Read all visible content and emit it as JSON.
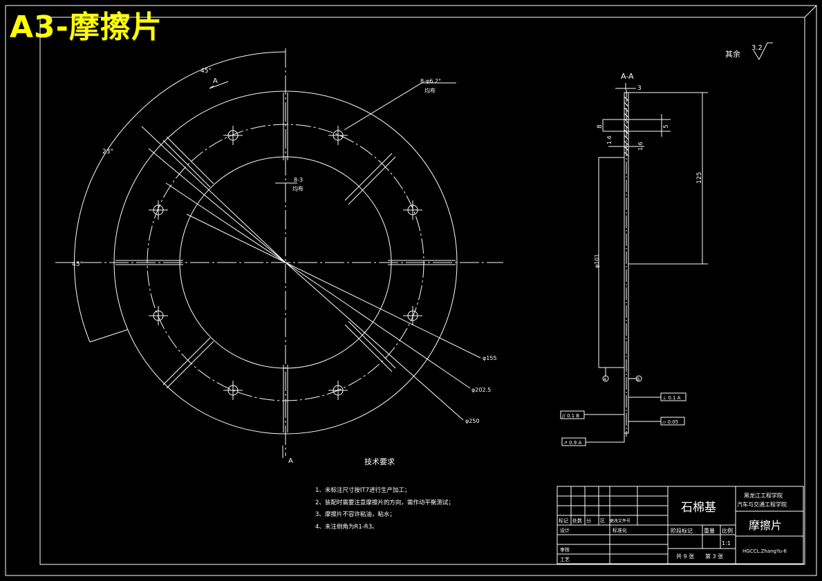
{
  "sheet": {
    "title": "A3-摩擦片",
    "view_label": "A",
    "section_title": "A-A",
    "roughness_prefix": "其余",
    "roughness_value": "3.2"
  },
  "front_view": {
    "angle_45_top": "45°",
    "angle_23": "23°",
    "angle_45_left": "45°",
    "hole_callout_1": "8-φ6.2°",
    "hole_callout_2": "均布",
    "slot_callout_1": "8-3",
    "slot_callout_2": "均布",
    "dia_small": "φ155",
    "dia_mid": "φ202.5",
    "dia_large": "φ250",
    "section_mark_bottom": "A"
  },
  "section_view": {
    "dim_top": "3",
    "dim_8": "8",
    "dim_5": "5",
    "dim_16a": "1.6",
    "dim_16b": "1.6",
    "dim_125": "125",
    "dim_101": "φ101",
    "datum_a": "A",
    "datum_b": "B",
    "tol_1": "⊥ 0.1 A",
    "tol_2": "// 0.1 B",
    "tol_3": "▱ 0.05",
    "tol_4": "↗ 0.9 A"
  },
  "requirements": {
    "heading": "技术要求",
    "items": [
      "1、未标注尺寸按IT7进行生产加工；",
      "2、装配时需要注意摩擦片的方向，需作动平衡测试；",
      "3、摩擦片不容许粘油，粘水；",
      "4、未注倒角为R1-R3。"
    ]
  },
  "title_block": {
    "material": "石棉基",
    "school_1": "黑龙江工程学院",
    "school_2": "汽车与交通工程学院",
    "part_name": "摩擦片",
    "row_labels": [
      "标记",
      "处数",
      "分",
      "区",
      "更改文件号"
    ],
    "design": "设计",
    "standard": "标准化",
    "review": "审核",
    "process": "工艺",
    "stage": "阶段标记",
    "weight": "重量",
    "scale": "比例",
    "scale_value": "1:1",
    "sheets": "共 9 张",
    "sheet_no": "第 3 张",
    "drawing_no": "HGCCL.ZhangYu-6"
  }
}
